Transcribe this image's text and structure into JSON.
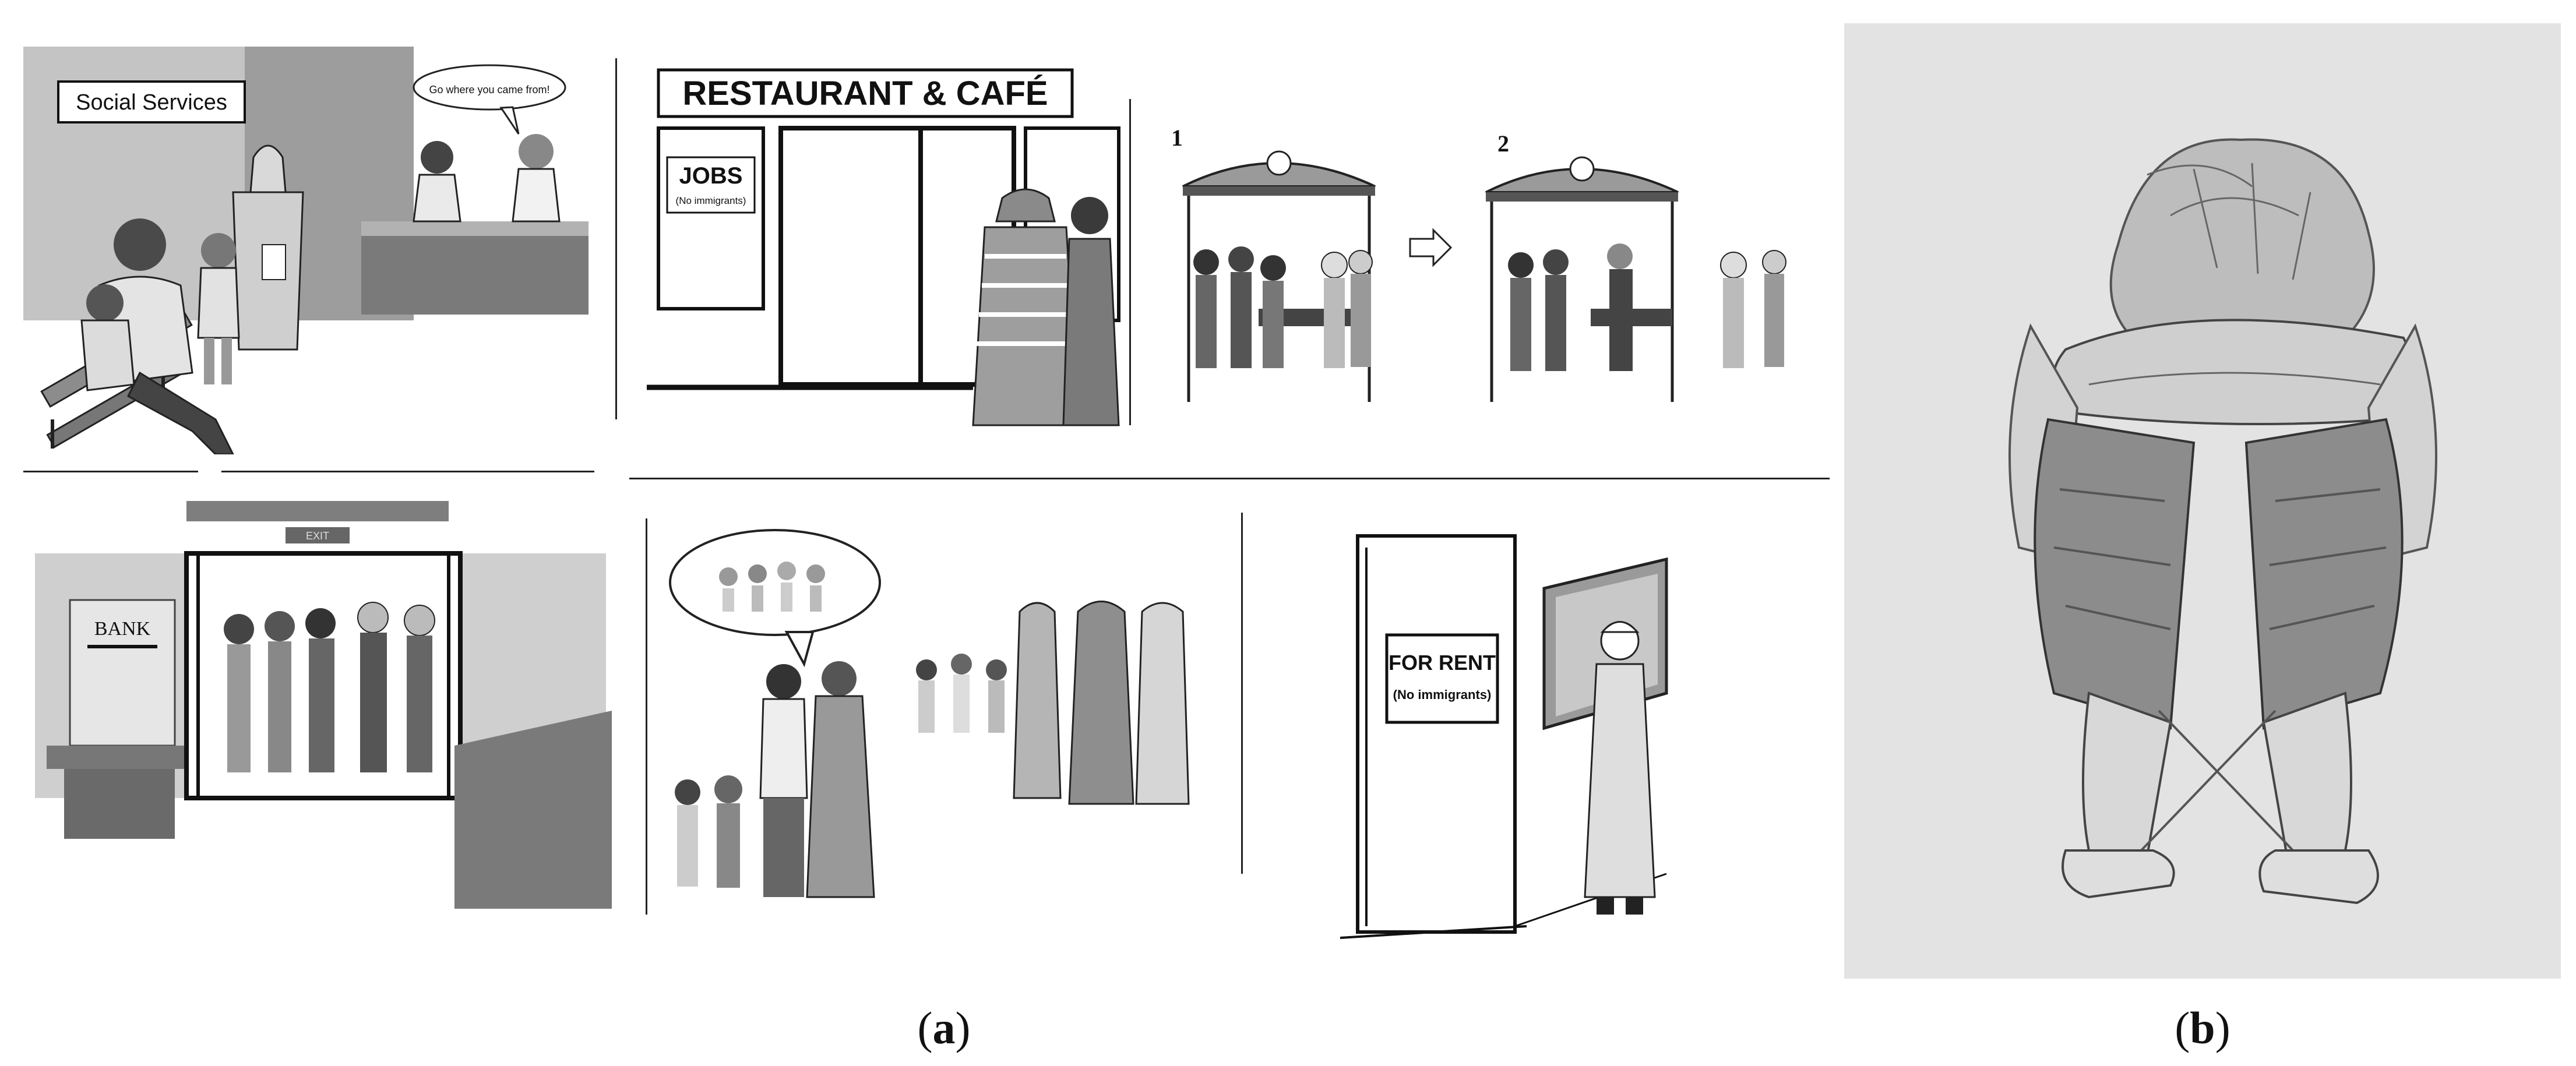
{
  "panel_a": {
    "caption_open": "(",
    "caption_letter": "a",
    "caption_close": ")",
    "scene_social": {
      "sign": "Social Services",
      "speech": "Go where you came from!"
    },
    "scene_restaurant": {
      "sign": "RESTAURANT & CAFÉ",
      "jobs_title": "JOBS",
      "jobs_note": "(No immigrants)"
    },
    "scene_bus": {
      "step1": "1",
      "step2": "2"
    },
    "scene_bank": {
      "sign": "BANK",
      "exit": "EXIT"
    },
    "scene_rent": {
      "line1": "FOR RENT",
      "line2": "(No immigrants)"
    }
  },
  "panel_b": {
    "caption_open": "(",
    "caption_letter": "b",
    "caption_close": ")"
  },
  "colors": {
    "dark_gray": "#6e6e6e",
    "mid_gray": "#9a9a9a",
    "light_gray": "#c9c9c9",
    "paper": "#e6e6e6"
  }
}
